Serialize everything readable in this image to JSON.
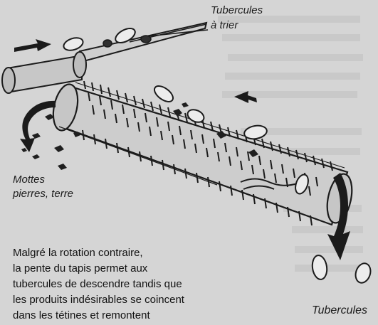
{
  "labels": {
    "top_line1": "Tubercules",
    "top_line2": "à trier",
    "left_line1": "Mottes",
    "left_line2": "pierres, terre",
    "bottom_right": "Tubercules"
  },
  "caption": [
    "Malgré la rotation contraire,",
    "la pente du tapis permet aux",
    "tubercules de descendre tandis  que",
    "les produits indésirables se coincent",
    "dans les tétines et remontent"
  ],
  "icons": [
    "feed-arrow-icon",
    "direction-arrow-icon",
    "fall-arrow-icon",
    "exit-arrow-icon",
    "tuber-icon",
    "debris-icon",
    "spike-icon"
  ]
}
